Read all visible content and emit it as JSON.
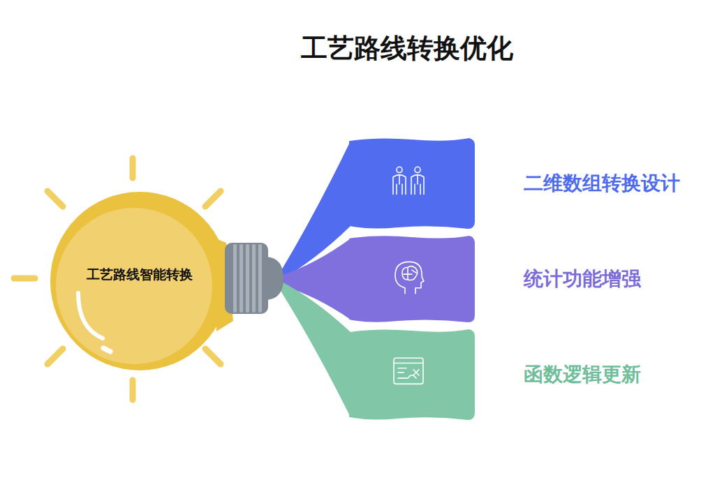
{
  "diagram": {
    "title": "工艺路线转换优化",
    "nodes": [
      {
        "text": [
          "工艺路线智能转换"
        ]
      },
      {
        "text": [
          "二维数组转换设计"
        ]
      },
      {
        "text": [
          "统计功能增强"
        ]
      },
      {
        "text": [
          "函数逻辑更新"
        ]
      }
    ],
    "edges": [
      {
        "from": 0,
        "to": 1,
        "arrow": "none"
      },
      {
        "from": 0,
        "to": 2,
        "arrow": "none"
      },
      {
        "from": 0,
        "to": 3,
        "arrow": "none"
      }
    ]
  }
}
